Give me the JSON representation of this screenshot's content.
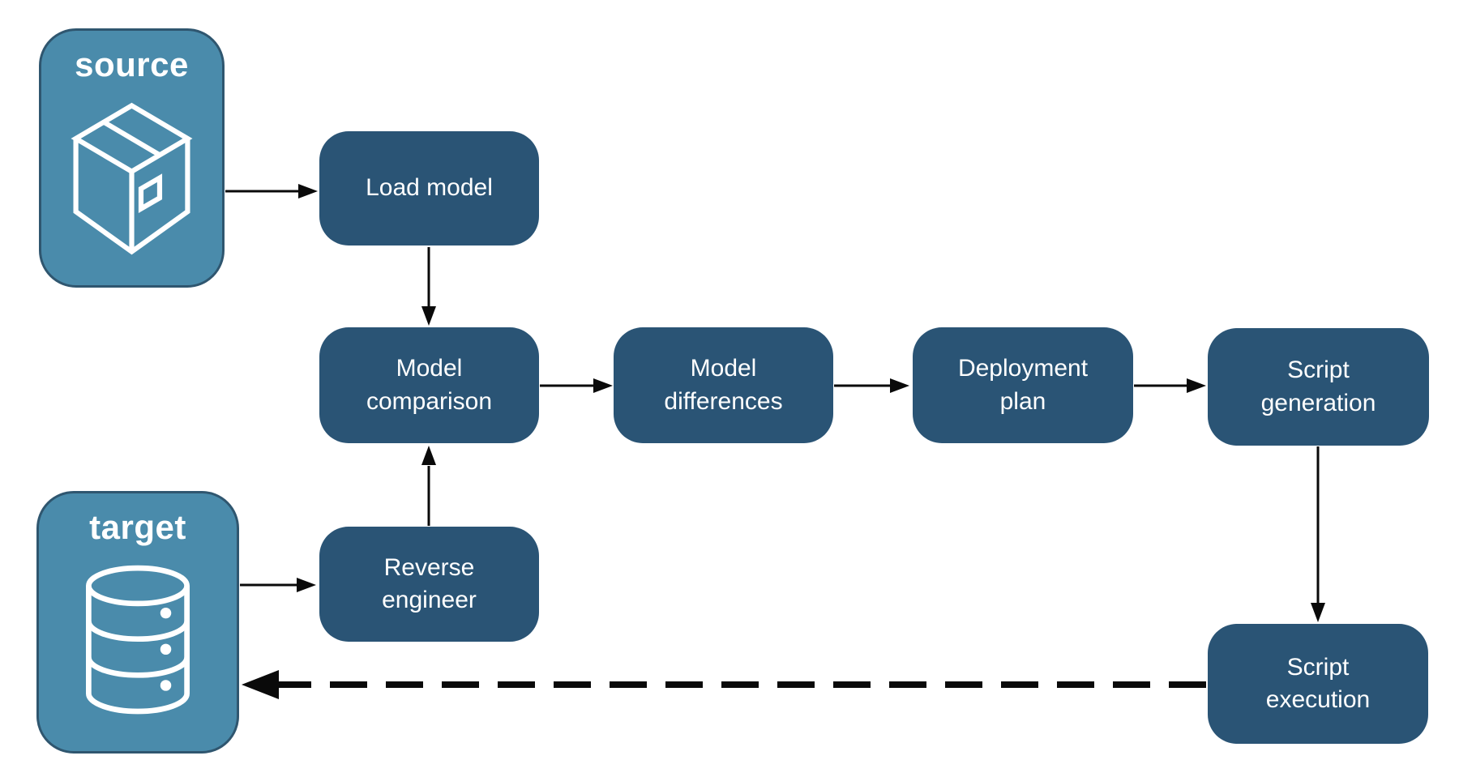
{
  "colors": {
    "node_fill": "#2A5475",
    "endpoint_fill": "#4A8BAB",
    "endpoint_border": "#2F566F",
    "text": "#FFFFFF",
    "arrow": "#0A0A0A",
    "background": "#FFFFFF"
  },
  "diagram": {
    "endpoints": [
      {
        "id": "source",
        "label": "source",
        "icon": "package-icon"
      },
      {
        "id": "target",
        "label": "target",
        "icon": "database-icon"
      }
    ],
    "nodes": [
      {
        "id": "load-model",
        "label": "Load model"
      },
      {
        "id": "model-comparison",
        "label": "Model\ncomparison"
      },
      {
        "id": "model-differences",
        "label": "Model\ndifferences"
      },
      {
        "id": "deployment-plan",
        "label": "Deployment\nplan"
      },
      {
        "id": "script-generation",
        "label": "Script\ngeneration"
      },
      {
        "id": "reverse-engineer",
        "label": "Reverse\nengineer"
      },
      {
        "id": "script-execution",
        "label": "Script\nexecution"
      }
    ],
    "edges": [
      {
        "from": "source",
        "to": "load-model",
        "style": "solid"
      },
      {
        "from": "load-model",
        "to": "model-comparison",
        "style": "solid"
      },
      {
        "from": "model-comparison",
        "to": "model-differences",
        "style": "solid"
      },
      {
        "from": "model-differences",
        "to": "deployment-plan",
        "style": "solid"
      },
      {
        "from": "deployment-plan",
        "to": "script-generation",
        "style": "solid"
      },
      {
        "from": "script-generation",
        "to": "script-execution",
        "style": "solid"
      },
      {
        "from": "target",
        "to": "reverse-engineer",
        "style": "solid"
      },
      {
        "from": "reverse-engineer",
        "to": "model-comparison",
        "style": "solid"
      },
      {
        "from": "script-execution",
        "to": "target",
        "style": "dashed"
      }
    ]
  }
}
